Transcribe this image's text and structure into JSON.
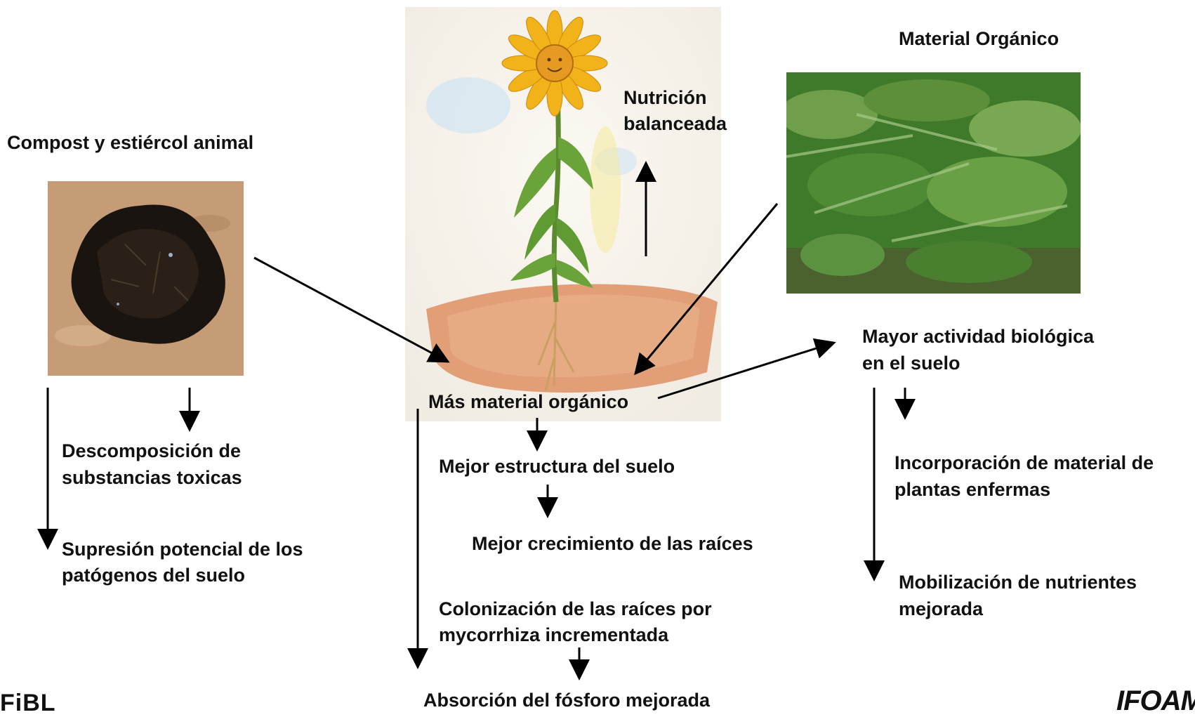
{
  "labels": {
    "material_organico_title": "Material Orgánico",
    "compost_title": "Compost y estiércol animal",
    "nutricion_1": "Nutrición",
    "nutricion_2": "balanceada",
    "mayor_actividad_1": "Mayor actividad biológica",
    "mayor_actividad_2": "en el suelo",
    "mas_material": "Más material orgánico",
    "descomposicion_1": "Descomposición de",
    "descomposicion_2": "substancias toxicas",
    "supresion_1": "Supresión potencial de los",
    "supresion_2": "patógenos del suelo",
    "mejor_estructura": "Mejor estructura del suelo",
    "mejor_crecimiento": "Mejor crecimiento de las raíces",
    "colonizacion_1": "Colonización de las raíces por",
    "colonizacion_2": "mycorrhiza incrementada",
    "absorcion": "Absorción del fósforo mejorada",
    "incorporacion_1": "Incorporación de material de",
    "incorporacion_2": "plantas enfermas",
    "mobilizacion_1": "Mobilización de nutrientes",
    "mobilizacion_2": "mejorada"
  },
  "logos": {
    "left": "FiBL",
    "right": "IFOAM"
  },
  "colors": {
    "arrow": "#000000",
    "text": "#111111",
    "soil": "#e0956a",
    "compost_bg": "#c9a07a",
    "compost": "#1a1410",
    "greens": "#3f7a2a",
    "petal": "#f2b21a"
  }
}
